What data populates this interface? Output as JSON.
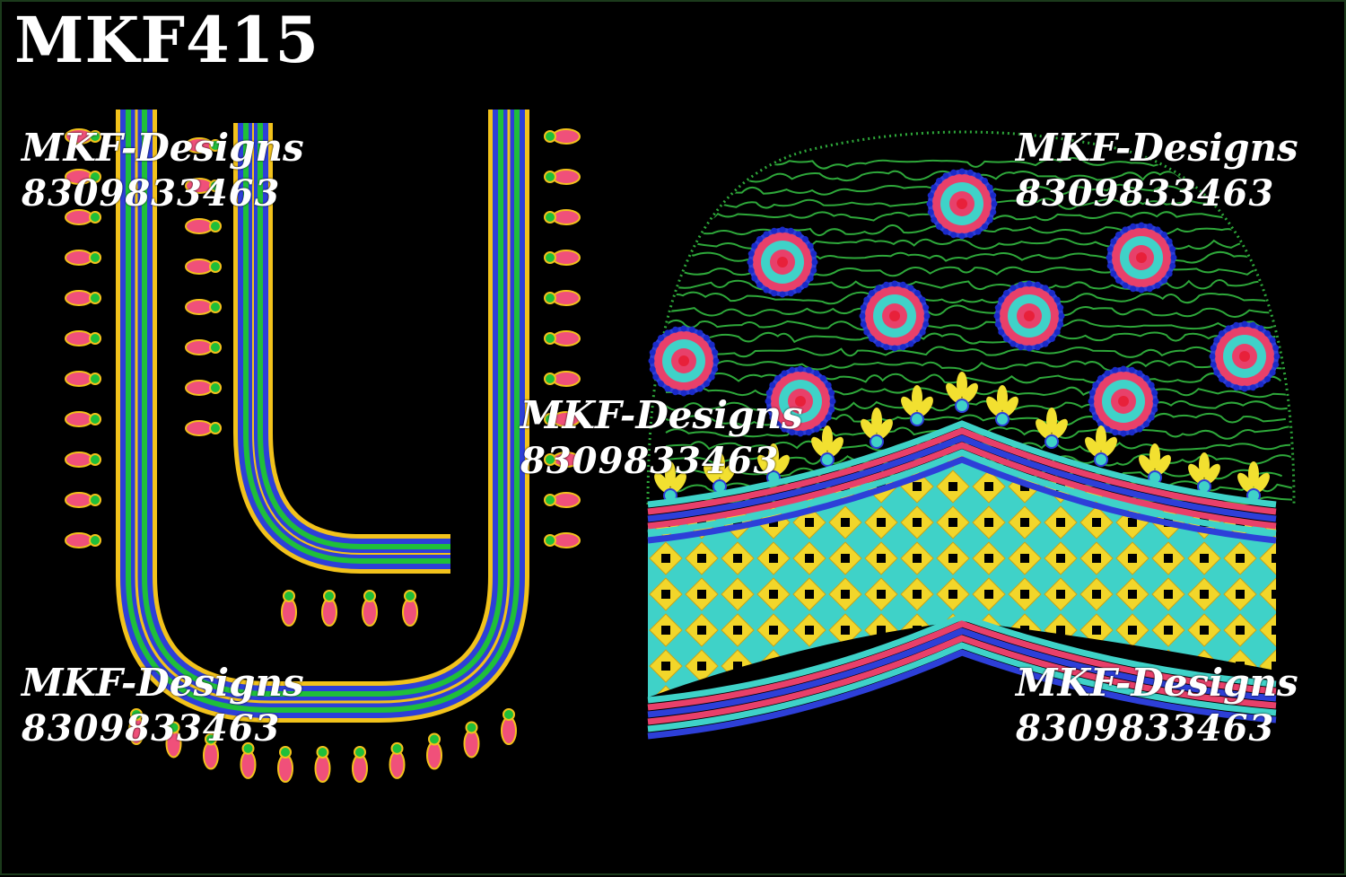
{
  "design_code": "MKF415",
  "watermark": {
    "name": "MKF-Designs",
    "phone": "8309833463"
  },
  "colors": {
    "background": "#000000",
    "petal_pink": "#f0507a",
    "gold": "#f2c21b",
    "royal_blue": "#2d3fd8",
    "green": "#1fbf3a",
    "turquoise": "#3fd2c8",
    "thread_green": "#2ea83a",
    "red": "#e8203a"
  },
  "artwork": {
    "left_piece": "back-neck-border",
    "right_piece": "sleeve-motif"
  }
}
